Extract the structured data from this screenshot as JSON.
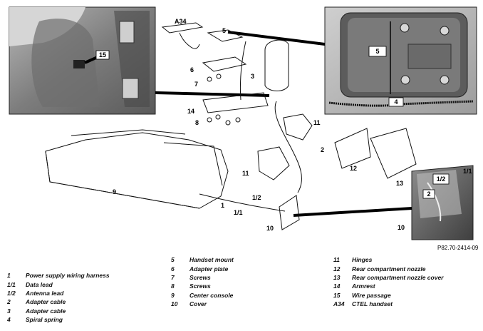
{
  "reference_code": "P82.70-2414-09",
  "callouts": {
    "c1": "1",
    "c1_1": "1/1",
    "c1_2": "1/2",
    "c2": "2",
    "c3": "3",
    "c4": "4",
    "c5": "5",
    "c6": "6",
    "c7": "7",
    "c8": "8",
    "c9": "9",
    "c10": "10",
    "c11a": "11",
    "c11b": "11",
    "c12": "12",
    "c13": "13",
    "c14": "14",
    "c15": "15",
    "a34": "A34",
    "inset_left_15": "15",
    "inset_right_5": "5",
    "inset_right_4": "4",
    "inset_br_1_2": "1/2",
    "inset_br_1_1": "1/1",
    "inset_br_2": "2",
    "inset_br_10": "10"
  },
  "legend_col1": [
    {
      "num": "1",
      "label": "Power supply wiring harness"
    },
    {
      "num": "1/1",
      "label": "Data lead"
    },
    {
      "num": "1/2",
      "label": "Antenna lead"
    },
    {
      "num": "2",
      "label": "Adapter cable"
    },
    {
      "num": "3",
      "label": "Adapter cable"
    },
    {
      "num": "4",
      "label": "Spiral spring"
    }
  ],
  "legend_col2": [
    {
      "num": "5",
      "label": "Handset mount"
    },
    {
      "num": "6",
      "label": "Adapter plate"
    },
    {
      "num": "7",
      "label": "Screws"
    },
    {
      "num": "8",
      "label": "Screws"
    },
    {
      "num": "9",
      "label": "Center console"
    },
    {
      "num": "10",
      "label": "Cover"
    }
  ],
  "legend_col3": [
    {
      "num": "11",
      "label": "Hinges"
    },
    {
      "num": "12",
      "label": "Rear compartment nozzle"
    },
    {
      "num": "13",
      "label": "Rear compartment nozzle cover"
    },
    {
      "num": "14",
      "label": "Armrest"
    },
    {
      "num": "15",
      "label": "Wire passage"
    },
    {
      "num": "A34",
      "label": "CTEL handset"
    }
  ]
}
